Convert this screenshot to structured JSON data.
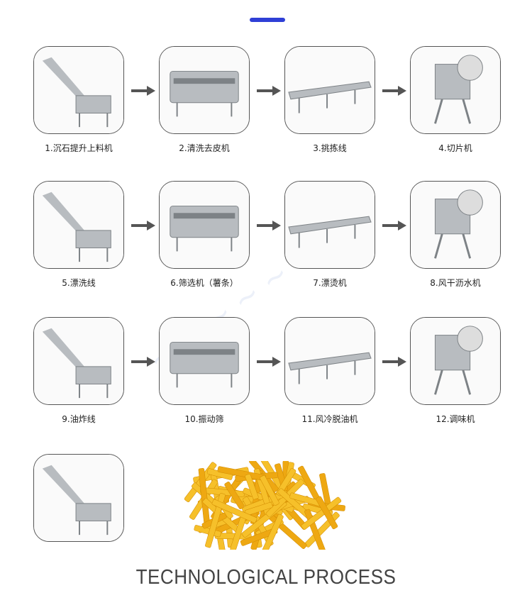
{
  "steps": [
    {
      "label": "1.沉石提升上料机",
      "icon": "elevator-machine"
    },
    {
      "label": "2.清洗去皮机",
      "icon": "peeler-machine"
    },
    {
      "label": "3.挑拣线",
      "icon": "conveyor-line"
    },
    {
      "label": "4.切片机",
      "icon": "slicer-machine"
    },
    {
      "label": "5.漂洗线",
      "icon": "washing-line"
    },
    {
      "label": "6.筛选机（薯条）",
      "icon": "screening-machine"
    },
    {
      "label": "7.漂烫机",
      "icon": "blanching-machine"
    },
    {
      "label": "8.风干沥水机",
      "icon": "air-dryer-machine"
    },
    {
      "label": "9.油炸线",
      "icon": "fryer-line"
    },
    {
      "label": "10.振动筛",
      "icon": "vibrating-screen"
    },
    {
      "label": "11.风冷脱油机",
      "icon": "deoiling-machine"
    },
    {
      "label": "12.调味机",
      "icon": "seasoning-machine"
    },
    {
      "label": "",
      "icon": "packing-machine"
    }
  ],
  "title": "TECHNOLOGICAL PROCESS",
  "colors": {
    "accent": "#2f3fd6",
    "arrow": "#555555",
    "fries": "#f4b400"
  }
}
